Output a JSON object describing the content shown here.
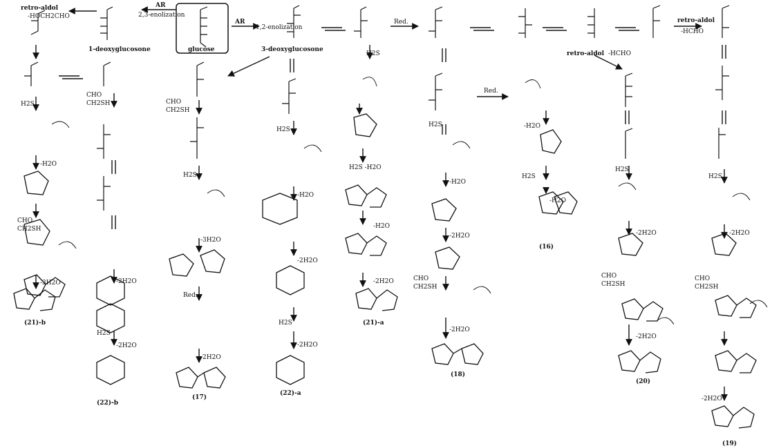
{
  "labels": {
    "glucose": "glucose",
    "deoxy1": "1-deoxyglucosone",
    "deoxy3": "3-deoxyglucosone",
    "ar": "AR",
    "enol23": "2,3-enolization",
    "enol12": "1,2-enolization",
    "retro_aldol": "retro-aldol",
    "loss_left": "-HOCH2CHO",
    "hcho": "-HCHO",
    "red": "Red.",
    "h2s": "H2S",
    "h2s_h2o": "H2S -H2O",
    "h2o": "-H2O",
    "h2o2": "-2H2O",
    "h2o3": "-3H2O",
    "cho": "CHO",
    "ch2sh": "CH2SH"
  },
  "products": {
    "p21b": "(21)-b",
    "p22b": "(22)-b",
    "p17": "(17)",
    "p22a": "(22)-a",
    "p21a": "(21)-a",
    "p18": "(18)",
    "p16": "(16)",
    "p20": "(20)",
    "p19": "(19)"
  }
}
